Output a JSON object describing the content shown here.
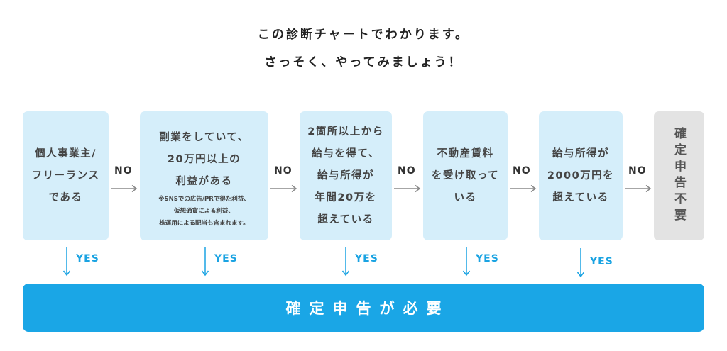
{
  "intro": {
    "line1": "この診断チャートでわかります。",
    "line2": "さっそく、やってみましょう！"
  },
  "questions": [
    {
      "lines": [
        "個人事業主/",
        "フリーランス",
        "である"
      ]
    },
    {
      "lines": [
        "副業をしていて、",
        "20万円以上の",
        "利益がある"
      ],
      "note": [
        "※SNSでの広告/PRで得た利益、",
        "仮想通貨による利益、",
        "株運用による配当も含まれます。"
      ]
    },
    {
      "lines": [
        "2箇所以上から",
        "給与を得て、",
        "給与所得が",
        "年間20万を",
        "超えている"
      ]
    },
    {
      "lines": [
        "不動産賃料",
        "を受け取って",
        "いる"
      ]
    },
    {
      "lines": [
        "給与所得が",
        "2000万円を",
        "超えている"
      ]
    }
  ],
  "no_label": "NO",
  "yes_label": "YES",
  "final_no": "確定申告不要",
  "result": "確定申告が必要",
  "colors": {
    "box": "#d5eefa",
    "final_no_box": "#e3e3e3",
    "result": "#1aa6e6",
    "yes": "#1aa3e2",
    "arrow_gray": "#888888"
  }
}
